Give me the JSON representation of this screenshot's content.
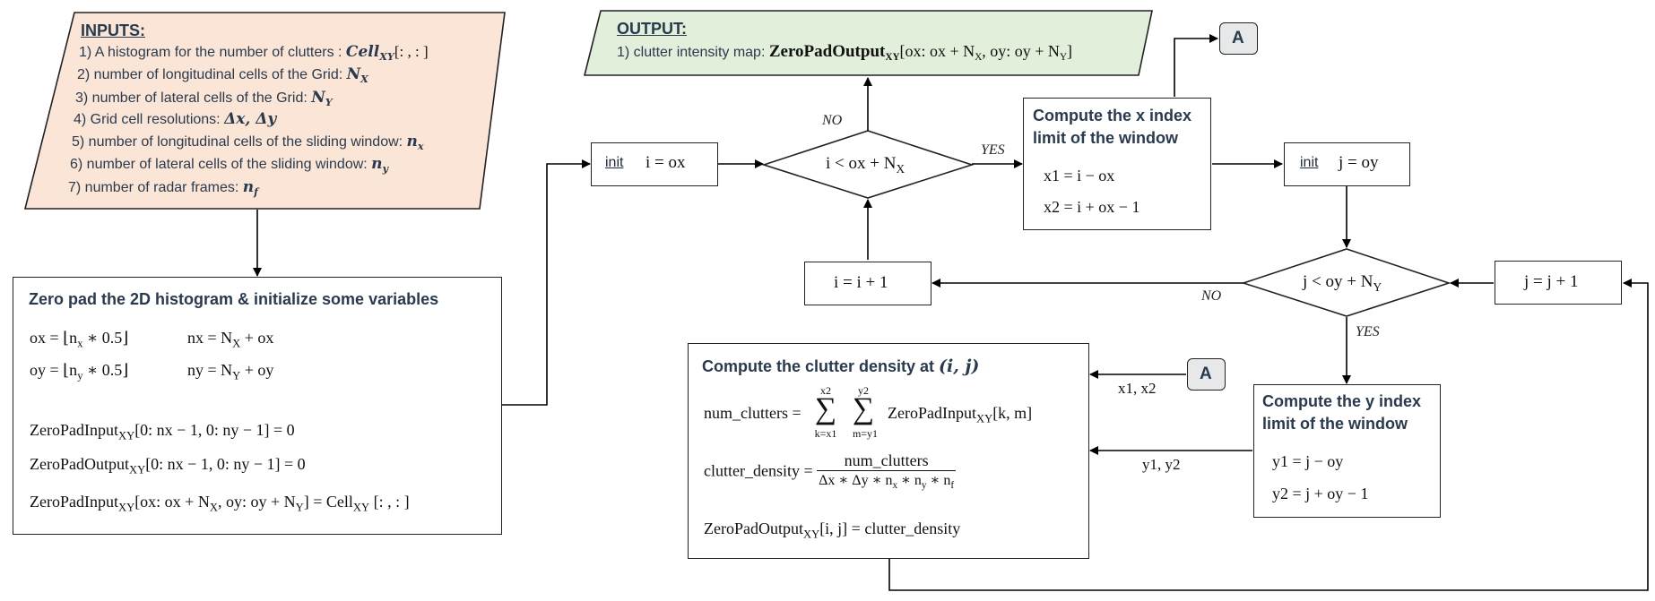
{
  "inputs": {
    "title": "INPUTS:",
    "items": [
      {
        "text": "1) A histogram for the number of clutters : ",
        "math": "Cell",
        "sub": "XY",
        "tail": "[: , : ]"
      },
      {
        "text": "2) number of longitudinal cells of the Grid: ",
        "math": "N",
        "sub": "X",
        "tail": ""
      },
      {
        "text": "3) number of lateral cells of the Grid: ",
        "math": "N",
        "sub": "Y",
        "tail": ""
      },
      {
        "text": "4) Grid cell resolutions: ",
        "math": "Δx, Δy",
        "sub": "",
        "tail": ""
      },
      {
        "text": "5) number of longitudinal cells  of the sliding window: ",
        "math": "n",
        "sub": "x",
        "tail": ""
      },
      {
        "text": "6) number of lateral cells of the sliding window: ",
        "math": "n",
        "sub": "y",
        "tail": ""
      },
      {
        "text": "7) number of radar frames: ",
        "math": "n",
        "sub": "f",
        "tail": ""
      }
    ],
    "fill": "#fbe5d6"
  },
  "output": {
    "title": "OUTPUT:",
    "line_prefix": "1) clutter intensity map: ",
    "name": "ZeroPadOutput",
    "sub": "XY",
    "range": "[ox: ox + N",
    "fill": "#e2efda"
  },
  "zero_pad": {
    "title": "Zero pad the 2D histogram & initialize some variables",
    "ox": "ox = ⌊n",
    "ox_tail": " ∗ 0.5⌋",
    "oy": "oy = ⌊n",
    "oy_tail": " ∗ 0.5⌋",
    "nx": "nx = N",
    "nx_tail": " + ox",
    "ny": "ny = N",
    "ny_tail": " + oy",
    "eq1": "[0: nx − 1, 0: ny − 1] = 0",
    "eq2": "[0: nx − 1, 0: ny − 1] = 0",
    "eq3_a": "[ox: ox + N",
    "eq3_b": ", oy: oy + N",
    "eq3_c": "] =  Cell",
    "eq3_d": " [: , : ]",
    "in_name": "ZeroPadInput",
    "out_name": "ZeroPadOutput"
  },
  "init_i": {
    "init": "init",
    "expr": "i = ox"
  },
  "cond_i": {
    "expr": "i < ox + N",
    "sub": "X"
  },
  "incr_i": {
    "expr": "i = i + 1"
  },
  "x_box": {
    "title_1": "Compute the x index",
    "title_2": "limit of the window",
    "x1": "x1 = i − ox",
    "x2": "x2 = i + ox − 1"
  },
  "connector": {
    "label": "A"
  },
  "init_j": {
    "init": "init",
    "expr": "j = oy"
  },
  "cond_j": {
    "expr": "j < oy + N",
    "sub": "Y"
  },
  "incr_j": {
    "expr": "j = j + 1"
  },
  "y_box": {
    "title_1": "Compute the y index",
    "title_2": "limit of the window",
    "y1": "y1 = j − oy",
    "y2": "y2 = j + oy − 1"
  },
  "density": {
    "title": "Compute the clutter density at ",
    "title_math": "(i, j)",
    "num": "num_clutters = ",
    "sum1_top": "x2",
    "sum1_bot": "k=x1",
    "sum2_top": "y2",
    "sum2_bot": "m=y1",
    "sum_body": "ZeroPadInput",
    "sum_tail": "[k, m]",
    "cd": "clutter_density = ",
    "frac_num": "num_clutters",
    "frac_den": "Δx ∗ Δy ∗ n",
    "out": "ZeroPadOutput",
    "out_tail": "[i, j] = clutter_density"
  },
  "labels": {
    "no": "NO",
    "yes": "YES",
    "x12": "x1, x2",
    "y12": "y1, y2"
  }
}
